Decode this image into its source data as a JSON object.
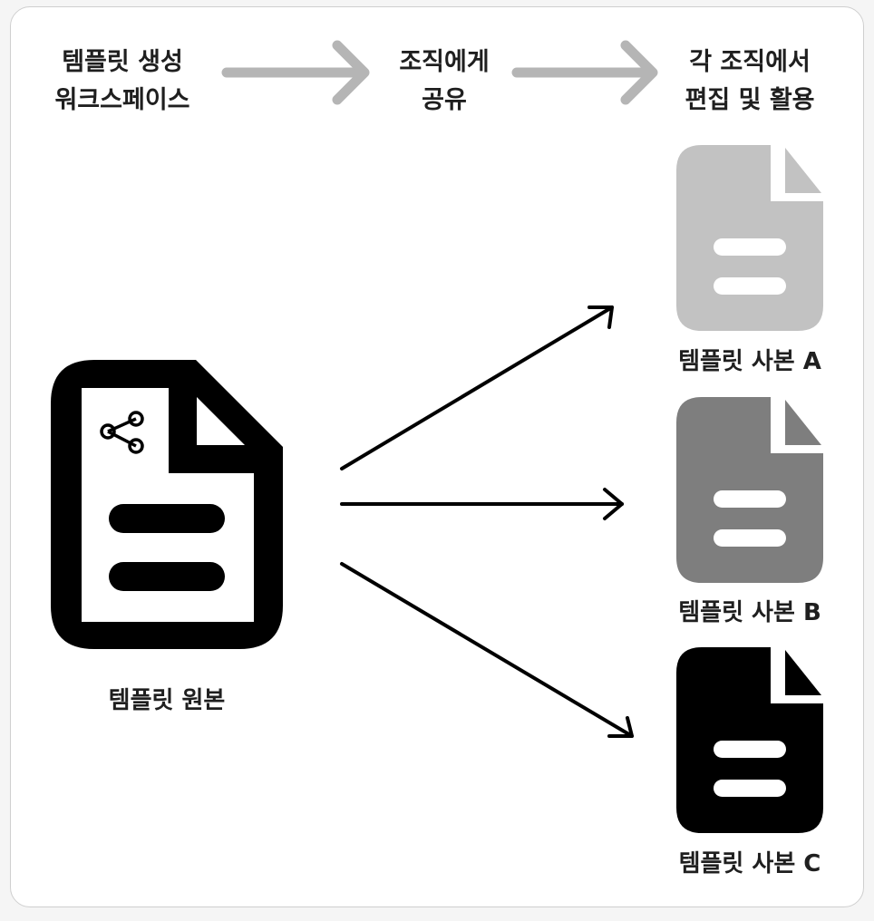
{
  "steps": [
    {
      "line1": "템플릿 생성",
      "line2": "워크스페이스"
    },
    {
      "line1": "조직에게",
      "line2": "공유"
    },
    {
      "line1": "각 조직에서",
      "line2": "편집 및 활용"
    }
  ],
  "original": {
    "label": "템플릿 원본"
  },
  "copies": [
    {
      "label": "템플릿 사본 A",
      "color": "#c2c2c2"
    },
    {
      "label": "템플릿 사본 B",
      "color": "#7e7e7e"
    },
    {
      "label": "템플릿 사본 C",
      "color": "#000000"
    }
  ],
  "colors": {
    "step_arrow": "#b5b5b5",
    "line": "#000000"
  }
}
